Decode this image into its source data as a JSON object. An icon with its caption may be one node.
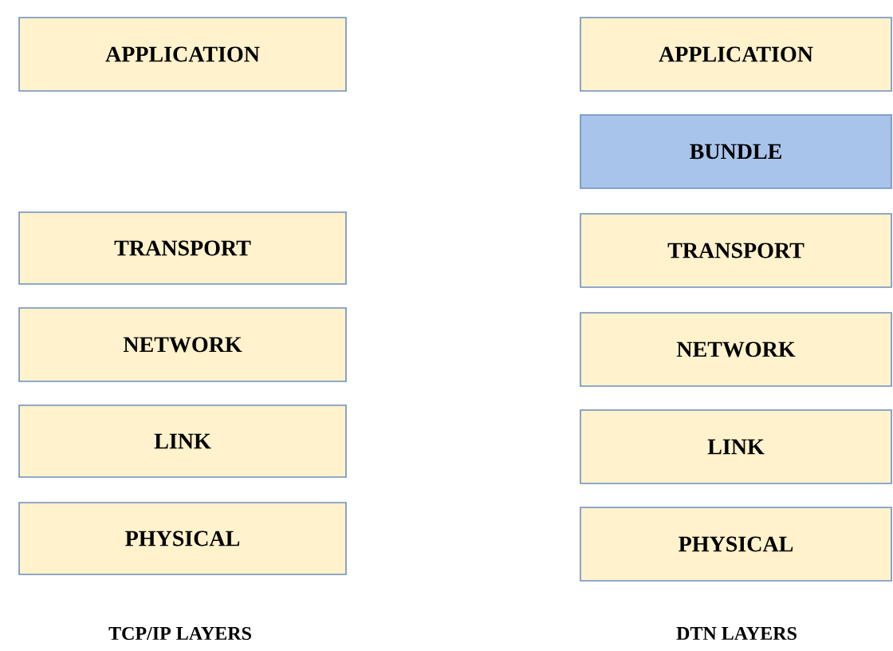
{
  "diagram": {
    "nodes": [
      {
        "text": [
          "APPLICATION"
        ]
      },
      {
        "text": [
          "TRANSPORT"
        ]
      },
      {
        "text": [
          "NETWORK"
        ]
      },
      {
        "text": [
          "LINK"
        ]
      },
      {
        "text": [
          "PHYSICAL"
        ]
      },
      {
        "text": [
          "APPLICATION"
        ]
      },
      {
        "text": [
          "BUNDLE"
        ]
      },
      {
        "text": [
          "TRANSPORT"
        ]
      },
      {
        "text": [
          "NETWORK"
        ]
      },
      {
        "text": [
          "LINK"
        ]
      },
      {
        "text": [
          "PHYSICAL"
        ]
      }
    ],
    "labels": [
      "TCP/IP LAYERS",
      "DTN LAYERS"
    ]
  }
}
